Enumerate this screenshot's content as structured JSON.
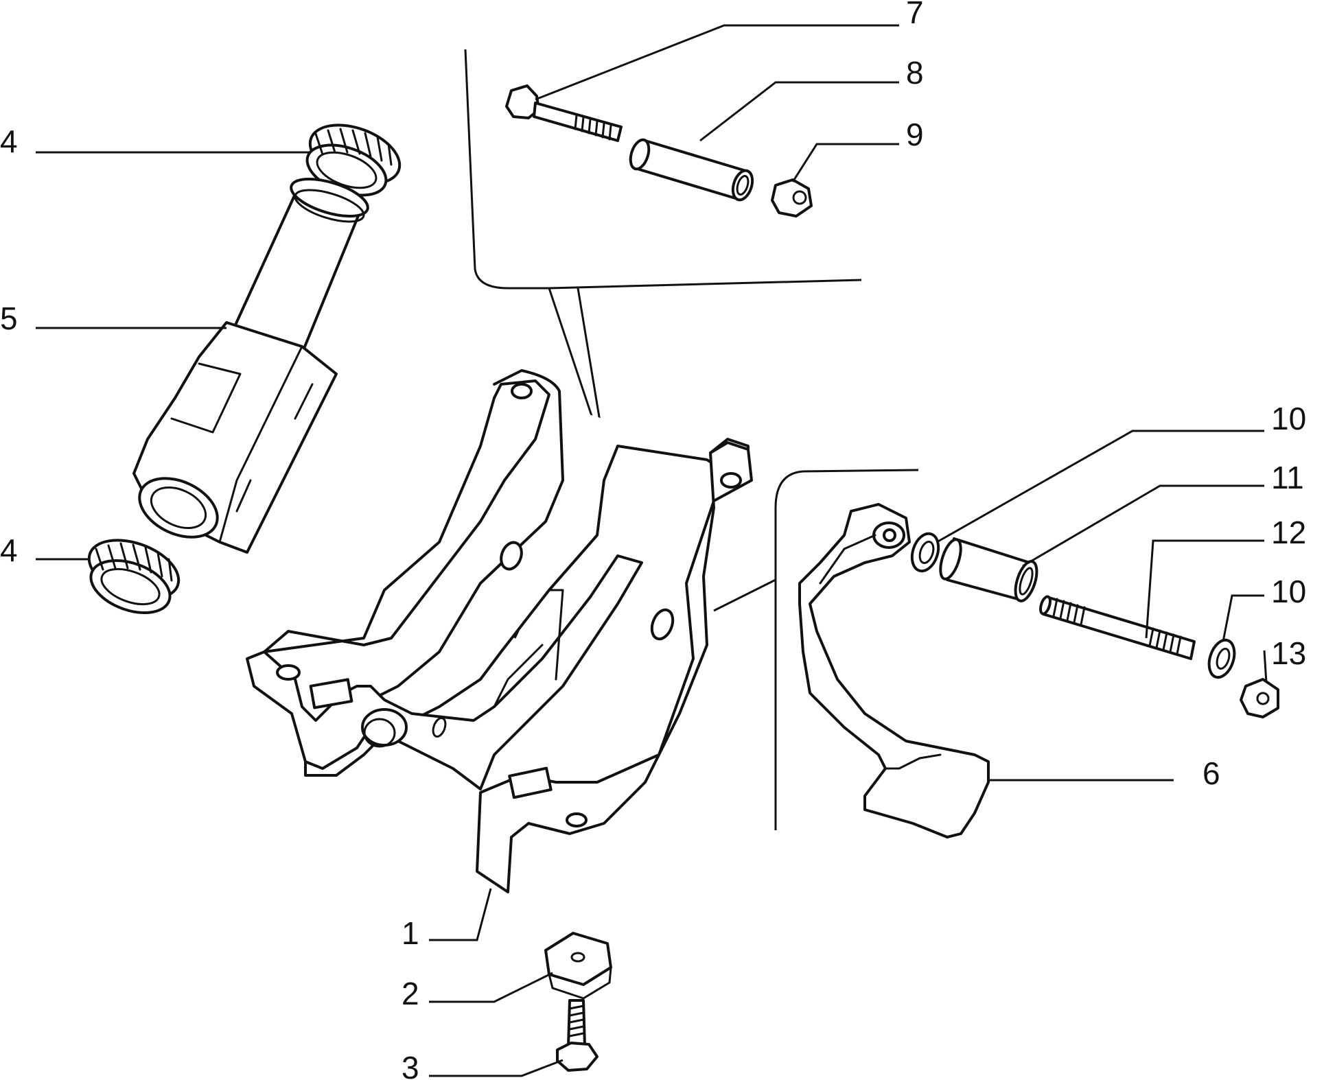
{
  "labels": {
    "l1": "1",
    "l2": "2",
    "l3": "3",
    "l4a": "4",
    "l4b": "4",
    "l5": "5",
    "l6": "6",
    "l7": "7",
    "l8": "8",
    "l9": "9",
    "l10a": "10",
    "l10b": "10",
    "l11": "11",
    "l12": "12",
    "l13": "13"
  },
  "colors": {
    "ink": "#111111",
    "paper": "#ffffff"
  }
}
